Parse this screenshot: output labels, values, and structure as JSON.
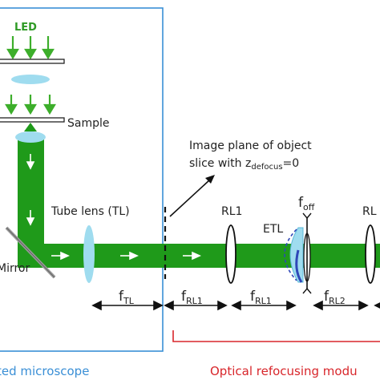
{
  "labels": {
    "led": "LED",
    "sample": "Sample",
    "mirror": "Mirror",
    "tube_lens": "Tube lens (TL)",
    "image_plane_line1": "Image plane of object",
    "image_plane_line2_prefix": "slice with z",
    "image_plane_line2_sub": "defocus",
    "image_plane_line2_suffix": "=0",
    "rl1": "RL1",
    "rl2_partial": "RL",
    "etl": "ETL",
    "f_off_main": "f",
    "f_off_sub": "off",
    "f_tl_main": "f",
    "f_tl_sub": "TL",
    "f_rl1_a_main": "f",
    "f_rl1_a_sub": "RL1",
    "f_rl1_b_main": "f",
    "f_rl1_b_sub": "RL1",
    "f_rl2_main": "f",
    "f_rl2_sub": "RL2",
    "microscope_caption": "ted microscope",
    "module_caption": "Optical refocusing modu"
  },
  "colors": {
    "beam_green": "#1f9a1a",
    "arrow_green": "#3dae2b",
    "lens_fill": "#9fdcef",
    "lens_stroke": "#5bb8d8",
    "microscope_box": "#3a8fd6",
    "module_bracket": "#d8262b",
    "etl_blue": "#2f47b8"
  }
}
